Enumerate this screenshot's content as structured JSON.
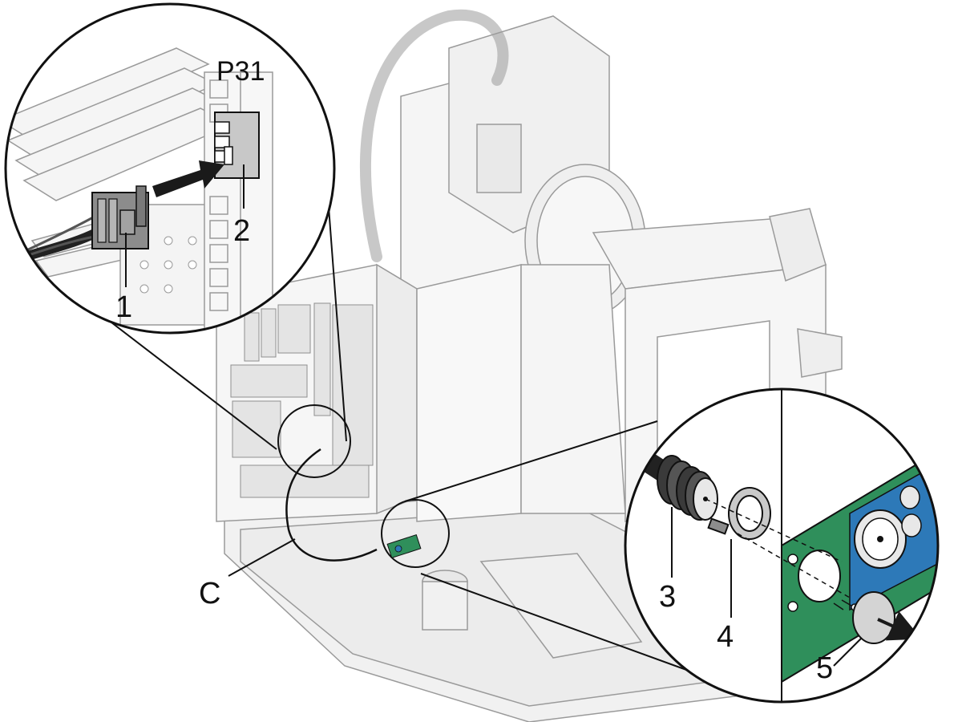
{
  "figure": {
    "connector_tag": "P31",
    "callouts": {
      "c1": "1",
      "c2": "2",
      "c3": "3",
      "c4": "4",
      "c5": "5",
      "cC": "C"
    }
  },
  "colors": {
    "line": "#111111",
    "machine_line": "#9a9a9a",
    "machine_fill": "#f2f2f2",
    "connector_body": "#8c8c8c",
    "plug_housing": "#c8c8c8",
    "panel_green": "#2f8f5b",
    "panel_blue": "#2d79b8",
    "arrow": "#1a1a1a"
  }
}
